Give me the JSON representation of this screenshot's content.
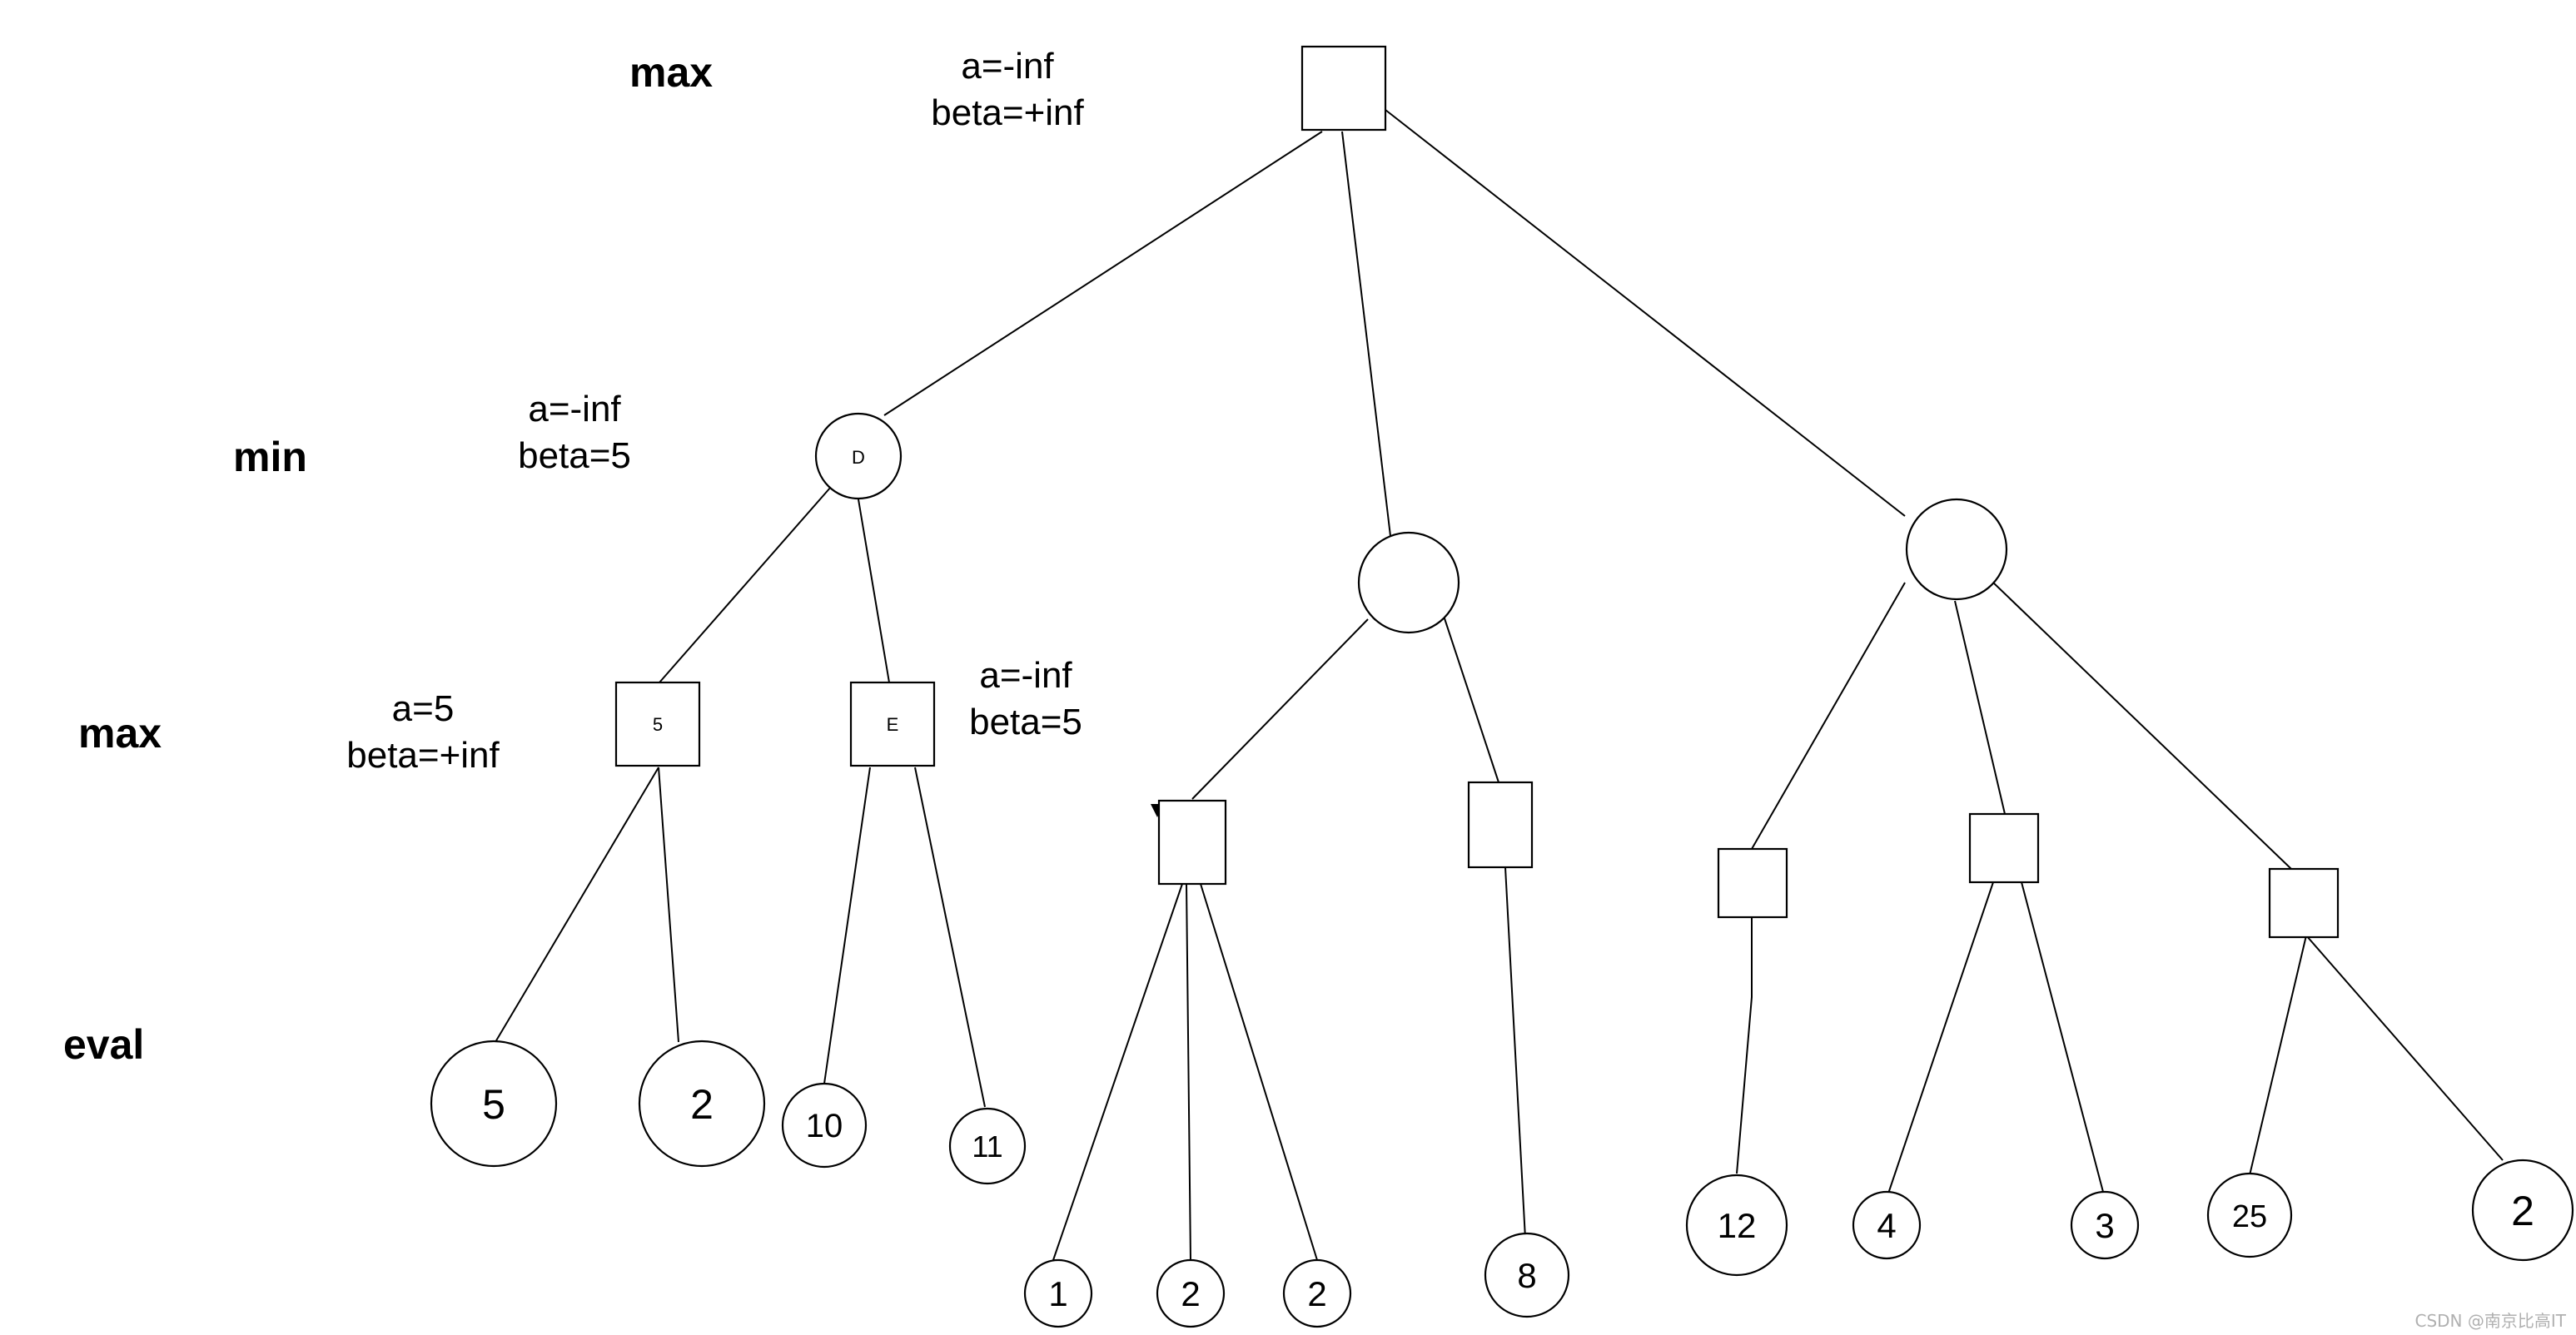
{
  "levels": {
    "max_top": "max",
    "min": "min",
    "max_mid": "max",
    "eval": "eval"
  },
  "annotations": {
    "root": [
      "a=-inf",
      "beta=+inf"
    ],
    "node_d": [
      "a=-inf",
      "beta=5"
    ],
    "node_5": [
      "a=5",
      "beta=+inf"
    ],
    "node_e": [
      "a=-inf",
      "beta=5"
    ]
  },
  "nodes": {
    "d_label": "D",
    "five_label": "5",
    "e_label": "E"
  },
  "leaves": [
    "5",
    "2",
    "10",
    "11",
    "1",
    "2",
    "2",
    "8",
    "12",
    "4",
    "3",
    "25",
    "2"
  ],
  "watermark": "CSDN @南京比高IT"
}
